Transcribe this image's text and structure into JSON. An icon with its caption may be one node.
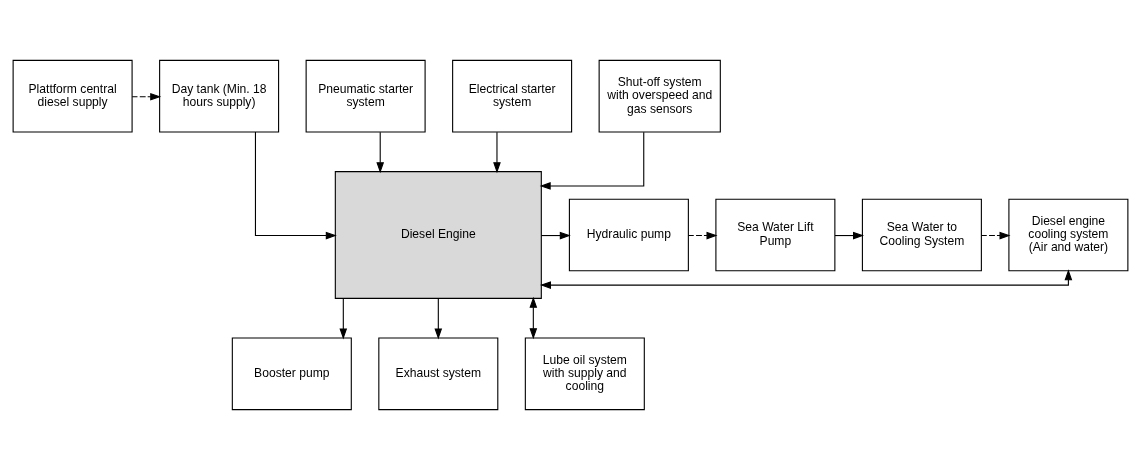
{
  "diagram": {
    "nodes": [
      {
        "text": [
          "Plattform central diesel supply"
        ]
      },
      {
        "text": [
          "Day tank (Min. 18 hours supply)"
        ]
      },
      {
        "text": [
          "Pneumatic starter system"
        ]
      },
      {
        "text": [
          "Electrical starter system"
        ]
      },
      {
        "text": [
          "Shut-off system with overspeed and gas sensors"
        ]
      },
      {
        "text": [
          "Sea Water to Cooling System"
        ]
      },
      {
        "text": [
          "Diesel engine cooling system (Air and water)"
        ]
      },
      {
        "text": [
          "Diesel Engine"
        ]
      },
      {
        "text": [
          "Hydraulic pump"
        ]
      },
      {
        "text": [
          "Sea Water Lift Pump"
        ]
      },
      {
        "text": [
          "Lube oil system with supply and cooling"
        ]
      },
      {
        "text": [
          "Booster pump"
        ]
      },
      {
        "text": [
          "Exhaust system"
        ]
      }
    ],
    "edges": [
      {
        "from": 0,
        "to": 1,
        "arrow": "to",
        "style": "dashed"
      },
      {
        "from": 1,
        "to": 7,
        "arrow": "to"
      },
      {
        "from": 2,
        "to": 7,
        "arrow": "to"
      },
      {
        "from": 3,
        "to": 7,
        "arrow": "to"
      },
      {
        "from": 4,
        "to": 7,
        "arrow": "to"
      },
      {
        "from": 9,
        "to": 5,
        "arrow": "to"
      },
      {
        "from": 5,
        "to": 6,
        "arrow": "to",
        "style": "dashed"
      },
      {
        "from": 6,
        "to": 7,
        "arrow": "both"
      },
      {
        "from": 10,
        "to": 7,
        "arrow": "both"
      },
      {
        "from": 7,
        "to": 8,
        "arrow": "to"
      },
      {
        "from": 7,
        "to": 11,
        "arrow": "to"
      },
      {
        "from": 8,
        "to": 9,
        "arrow": "to",
        "style": "dashed"
      },
      {
        "from": 7,
        "to": 12,
        "arrow": "to"
      }
    ]
  }
}
